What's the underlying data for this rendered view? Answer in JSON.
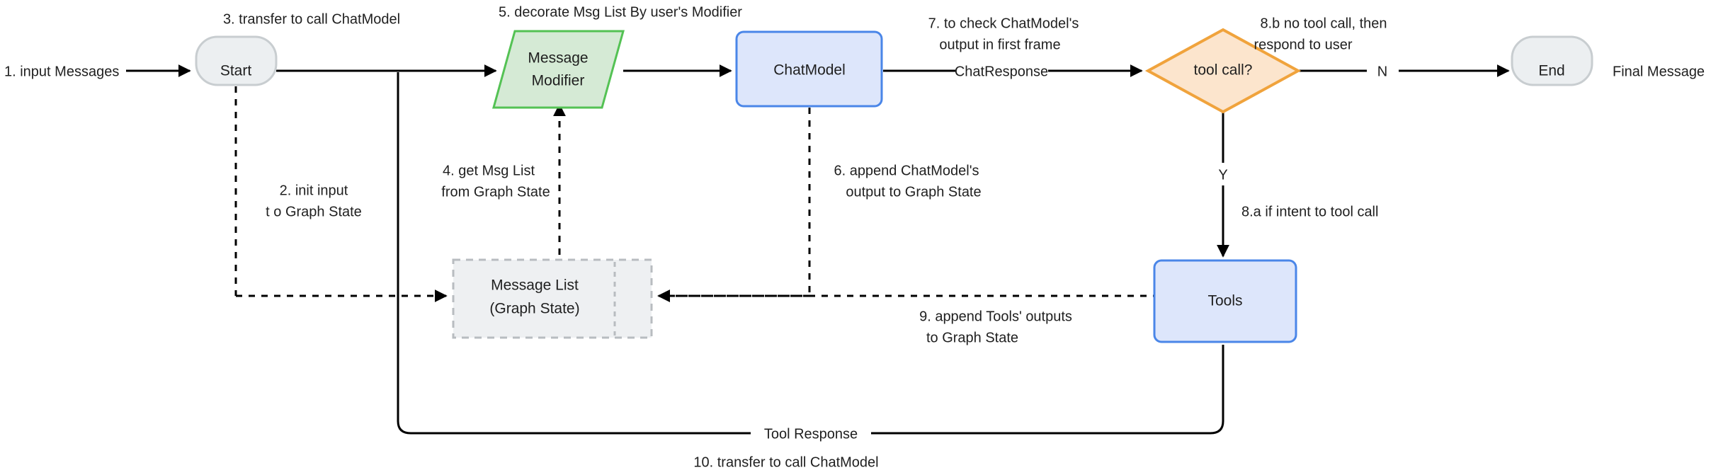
{
  "diagram": {
    "title": "LangGraph ReAct Agent Flow",
    "background": "#ffffff",
    "nodes": {
      "start": {
        "label": "Start",
        "shape": "stadium",
        "fill": "#eceff1",
        "stroke": "#c8cdd0"
      },
      "message_modifier": {
        "label_line1": "Message",
        "label_line2": "Modifier",
        "shape": "parallelogram",
        "fill": "#d5ead5",
        "stroke": "#54c254"
      },
      "chat_model": {
        "label": "ChatModel",
        "shape": "rounded-rect",
        "fill": "#dde6fb",
        "stroke": "#4a86e8"
      },
      "tool_call": {
        "label": "tool call?",
        "shape": "diamond",
        "fill": "#fce5cd",
        "stroke": "#f0a33c"
      },
      "end": {
        "label": "End",
        "shape": "stadium",
        "fill": "#eceff1",
        "stroke": "#c8cdd0"
      },
      "message_list": {
        "label_line1": "Message List",
        "label_line2": "(Graph State)",
        "shape": "dashed-list",
        "fill": "#eef0f2",
        "stroke": "#b8bcc0"
      },
      "tools": {
        "label": "Tools",
        "shape": "rounded-rect",
        "fill": "#dde6fb",
        "stroke": "#4a86e8"
      }
    },
    "edge_labels": {
      "input_messages": "1. input Messages",
      "init_input_line1": "2. init input",
      "init_input_line2": "t o Graph State",
      "transfer_to_chatmodel": "3. transfer to call ChatModel",
      "get_msg_list_line1": "4. get Msg List",
      "get_msg_list_line2": "from Graph State",
      "decorate_msg_list": "5. decorate Msg List By user's Modifier",
      "append_chatmodel_line1": "6. append ChatModel's",
      "append_chatmodel_line2": "output to Graph State",
      "check_output_line1": "7. to check ChatModel's",
      "check_output_line2": "output in first frame",
      "chat_response": "ChatResponse",
      "no_tool_call_line1": "8.b no tool call, then",
      "no_tool_call_line2": "respond to user",
      "branch_no": "N",
      "branch_yes": "Y",
      "if_intent_tool_call": "8.a if intent to tool  call",
      "append_tools_line1": "9. append Tools' outputs",
      "append_tools_line2": "to Graph State",
      "tool_response": "Tool Response",
      "transfer_back": "10. transfer to  call ChatModel",
      "final_message": "Final Message"
    }
  }
}
